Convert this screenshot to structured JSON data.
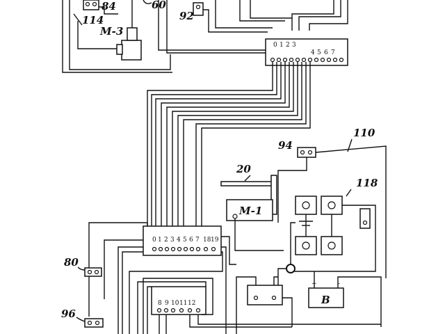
{
  "labels": {
    "l84": "84",
    "l60": "60",
    "l92": "92",
    "l114": "114",
    "lM3": "M-3",
    "l110": "110",
    "l94": "94",
    "l20": "20",
    "l118": "118",
    "lM1": "M-1",
    "l80": "80",
    "l96": "96",
    "lB": "B"
  },
  "terminals": {
    "upper_strip": [
      "0",
      "1",
      "2",
      "3",
      "4",
      "5",
      "6",
      "7"
    ],
    "lower_strip": [
      "0",
      "1",
      "2",
      "3",
      "4",
      "5",
      "6",
      "7",
      "18",
      "19"
    ],
    "bottom_strip": [
      "8",
      "9",
      "10",
      "11",
      "12"
    ]
  },
  "battery": {
    "plus": "+",
    "minus": "-"
  }
}
